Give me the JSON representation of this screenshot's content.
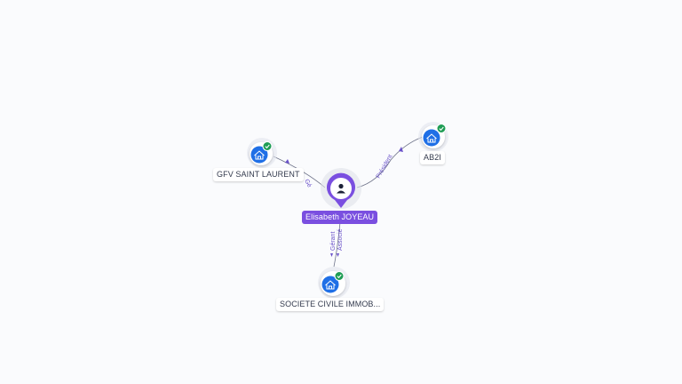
{
  "graph": {
    "center": {
      "name": "Elisabeth JOYEAU",
      "icon": "person-icon"
    },
    "companies": [
      {
        "name": "GFV SAINT LAURENT",
        "icon": "building-icon",
        "status_icon": "check-icon"
      },
      {
        "name": "AB2I",
        "icon": "building-icon",
        "status_icon": "check-icon"
      },
      {
        "name": "SOCIETE CIVILE IMMOB...",
        "icon": "building-icon",
        "status_icon": "check-icon"
      }
    ],
    "edges": [
      {
        "labels": [
          "Gé"
        ]
      },
      {
        "labels": [
          "Président"
        ]
      },
      {
        "labels": [
          "Gérant",
          "Associé"
        ]
      }
    ]
  },
  "colors": {
    "person": "#7a4fe0",
    "company": "#1f6fe6",
    "status": "#1f9d55",
    "edge": "#6f748a"
  }
}
